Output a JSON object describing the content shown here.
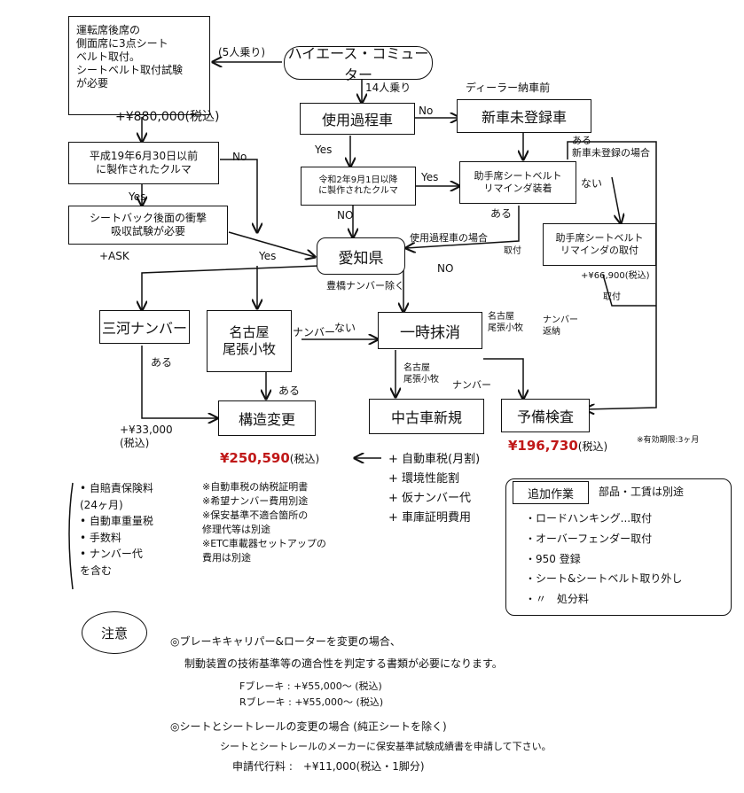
{
  "boxes": {
    "rear_seat": "運転席後席の\n側面席に3点シート\nベルト取付。\nシートベルト取付試験\nが必要",
    "hiace": "ハイエース・コミューター",
    "usage": "使用過程車",
    "new_car": "新車未登録車",
    "built_before": "平成19年6月30日以前\nに製作されたクルマ",
    "seatback_test": "シートバック後面の衝撃\n吸収試験が必要",
    "reiwa": "令和2年9月1日以降\nに製作されたクルマ",
    "reminder_installed": "助手席シートベルト\nリマインダ装着",
    "aichi": "愛知県",
    "reminder_mount": "助手席シートベルト\nリマインダの取付",
    "mikawa": "三河ナンバー",
    "nagoya_left": "名古屋\n尾張小牧",
    "one_time": "一時抹消",
    "nagoya_mid": "名古屋\n尾張小牧",
    "structure": "構造変更",
    "used_new": "中古車新規",
    "pre_inspection": "予備検査",
    "additional_title": "追加作業",
    "notice": "注意"
  },
  "labels": {
    "five_seats": "(5人乗り)",
    "fourteen_seats": "14人乗り",
    "dealer": "ディーラー納車前",
    "no1": "No",
    "yes1": "Yes",
    "no2": "No",
    "yes_seatback": "Yes",
    "no_reiwa": "NO",
    "yes_reiwa": "Yes",
    "aru1": "ある",
    "new_unreg_case": "ある\n新車未登録の場合",
    "nai1": "ない",
    "usage_case": "使用過程車の場合",
    "toritsuke": "取付",
    "ask": "+ASK",
    "yes_aichi": "Yes",
    "no_aichi": "NO",
    "excl_toyohashi": "豊橋ナンバー除く",
    "aru_mikawa": "ある",
    "number_left": "ナンバー",
    "nai_mid": "ない",
    "aru_nagoya": "ある",
    "nagoya_right": "名古屋\n尾張小牧",
    "number_returned": "ナンバー\n返納",
    "number_mid": "ナンバー",
    "remind_price": "+¥66,900(税込)",
    "toritsuke2": "取付",
    "validity": "※有効期限:3ヶ月",
    "mikawa_price": "+¥33,000\n(税込)"
  },
  "prices": {
    "main": "¥880,000(税込)",
    "structure": "¥250,590",
    "structure_tax": "(税込)",
    "pre_inspection": "¥196,730",
    "pre_inspection_tax": "(税込)"
  },
  "additions_to_structure": [
    "+ 自動車税(月割)",
    "+ 環境性能割",
    "+ 仮ナンバー代",
    "+ 車庫証明費用"
  ],
  "included": [
    "自賠責保険料\n(24ヶ月)",
    "自動車重量税",
    "手数料",
    "ナンバー代\nを含む"
  ],
  "notes_small": [
    "※自動車税の納税証明書",
    "※希望ナンバー費用別途",
    "※保安基準不適合箇所の\n修理代等は別途",
    "※ETC車載器セットアップの\n費用は別途"
  ],
  "additional": {
    "note": "部品・工賃は別途",
    "items": [
      "ロードハンキング...取付",
      "オーバーフェンダー取付",
      "950 登録",
      "シート&シートベルト取り外し",
      "〃　処分料"
    ]
  },
  "notice_lines": {
    "brake_1": "ブレーキキャリパー&ローターを変更の場合、",
    "brake_2": "制動装置の技術基準等の適合性を判定する書類が必要になります。",
    "brake_f": "Fブレーキ : +¥55,000〜 (税込)",
    "brake_r": "Rブレーキ : +¥55,000〜 (税込)",
    "seat_1": "シートとシートレールの変更の場合 (純正シートを除く)",
    "seat_2": "シートとシートレールのメーカーに保安基準試験成績書を申請して下さい。",
    "seat_3": "申請代行料 :　+¥11,000(税込・1脚分)"
  }
}
